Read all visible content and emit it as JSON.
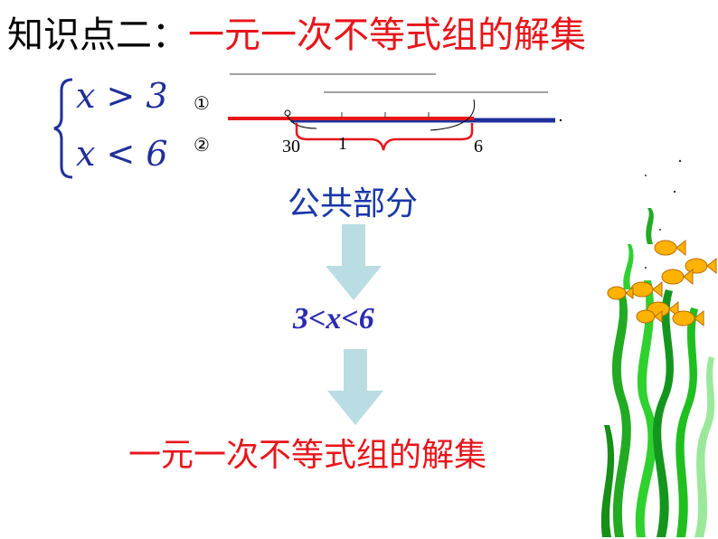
{
  "heading": {
    "prefix": "知识点二：",
    "title": "一元一次不等式组的解集"
  },
  "system": {
    "inequality_1": "x > 3",
    "label_1": "①",
    "inequality_2": "x < 6",
    "label_2": "②"
  },
  "number_line": {
    "tick_labels": [
      "30",
      "1",
      "6"
    ],
    "colors": {
      "x_gt_3": "#1f2f9a",
      "x_lt_6": "#e8151b",
      "brace": "#e8151b"
    }
  },
  "common_part_label": "公共部分",
  "solution_text": "3<x<6",
  "conclusion": "一元一次不等式组的解集"
}
